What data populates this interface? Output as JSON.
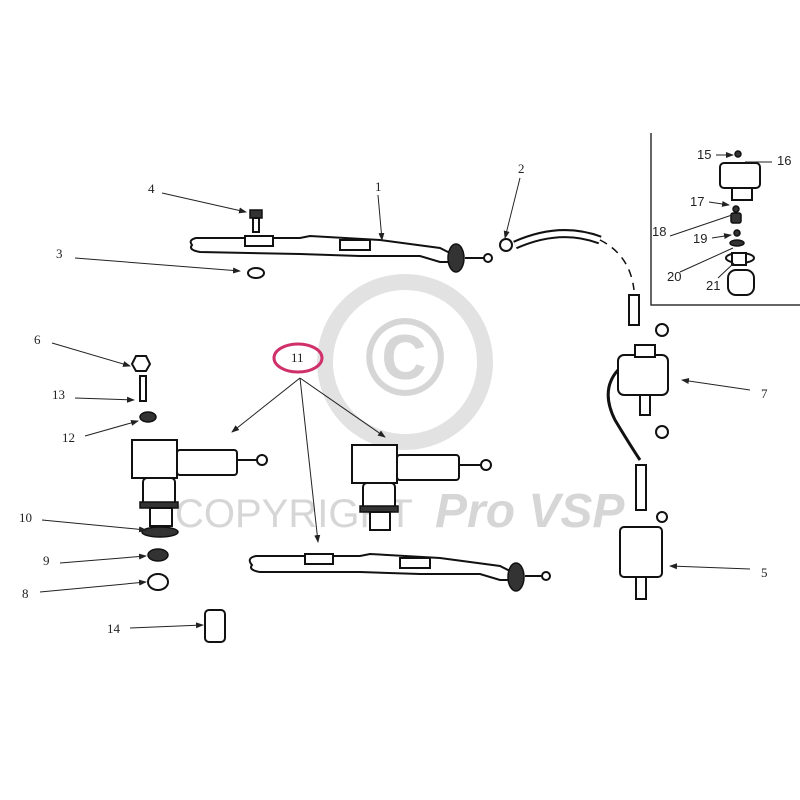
{
  "watermark": {
    "symbol": "©",
    "text": "COPYRIGHT",
    "brand": "Pro VSP"
  },
  "highlight_color": "#d0306a",
  "labels": {
    "l1": "1",
    "l2": "2",
    "l3": "3",
    "l4": "4",
    "l5": "5",
    "l6": "6",
    "l7": "7",
    "l8": "8",
    "l9": "9",
    "l10": "10",
    "l11": "11",
    "l12": "12",
    "l13": "13",
    "l14": "14",
    "l15": "15",
    "l16": "16",
    "l17": "17",
    "l18": "18",
    "l19": "19",
    "l20": "20",
    "l21": "21"
  }
}
